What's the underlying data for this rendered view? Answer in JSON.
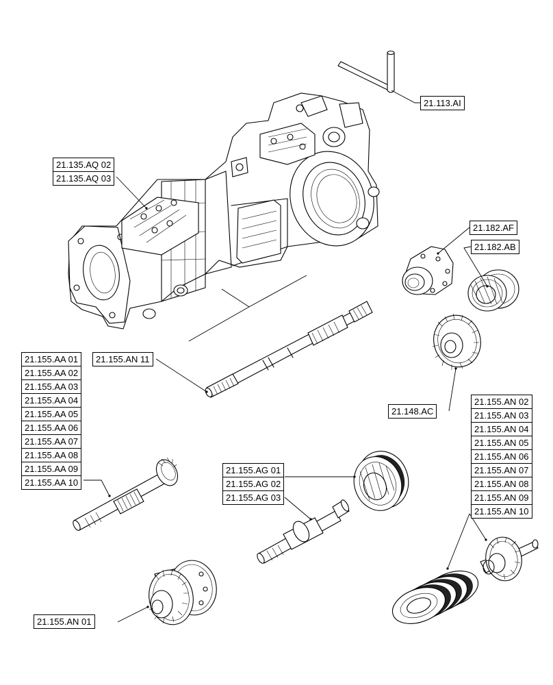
{
  "callouts": {
    "shift_rod": "21.113.AI",
    "control_valve": [
      "21.135.AQ 02",
      "21.135.AQ 03"
    ],
    "differential_case": "21.182.AF",
    "bearing_pair": "21.182.AB",
    "output_shaft": "21.155.AN 11",
    "ring_gear": "21.148.AC",
    "input_shaft": [
      "21.155.AA 01",
      "21.155.AA 02",
      "21.155.AA 03",
      "21.155.AA 04",
      "21.155.AA 05",
      "21.155.AA 06",
      "21.155.AA 07",
      "21.155.AA 08",
      "21.155.AA 09",
      "21.155.AA 10"
    ],
    "clutch_shaft": [
      "21.155.AG 01",
      "21.155.AG 02",
      "21.155.AG 03"
    ],
    "clutch_pack": [
      "21.155.AN 02",
      "21.155.AN 03",
      "21.155.AN 04",
      "21.155.AN 05",
      "21.155.AN 06",
      "21.155.AN 07",
      "21.155.AN 08",
      "21.155.AN 09",
      "21.155.AN 10"
    ],
    "drum": "21.155.AN 01"
  }
}
